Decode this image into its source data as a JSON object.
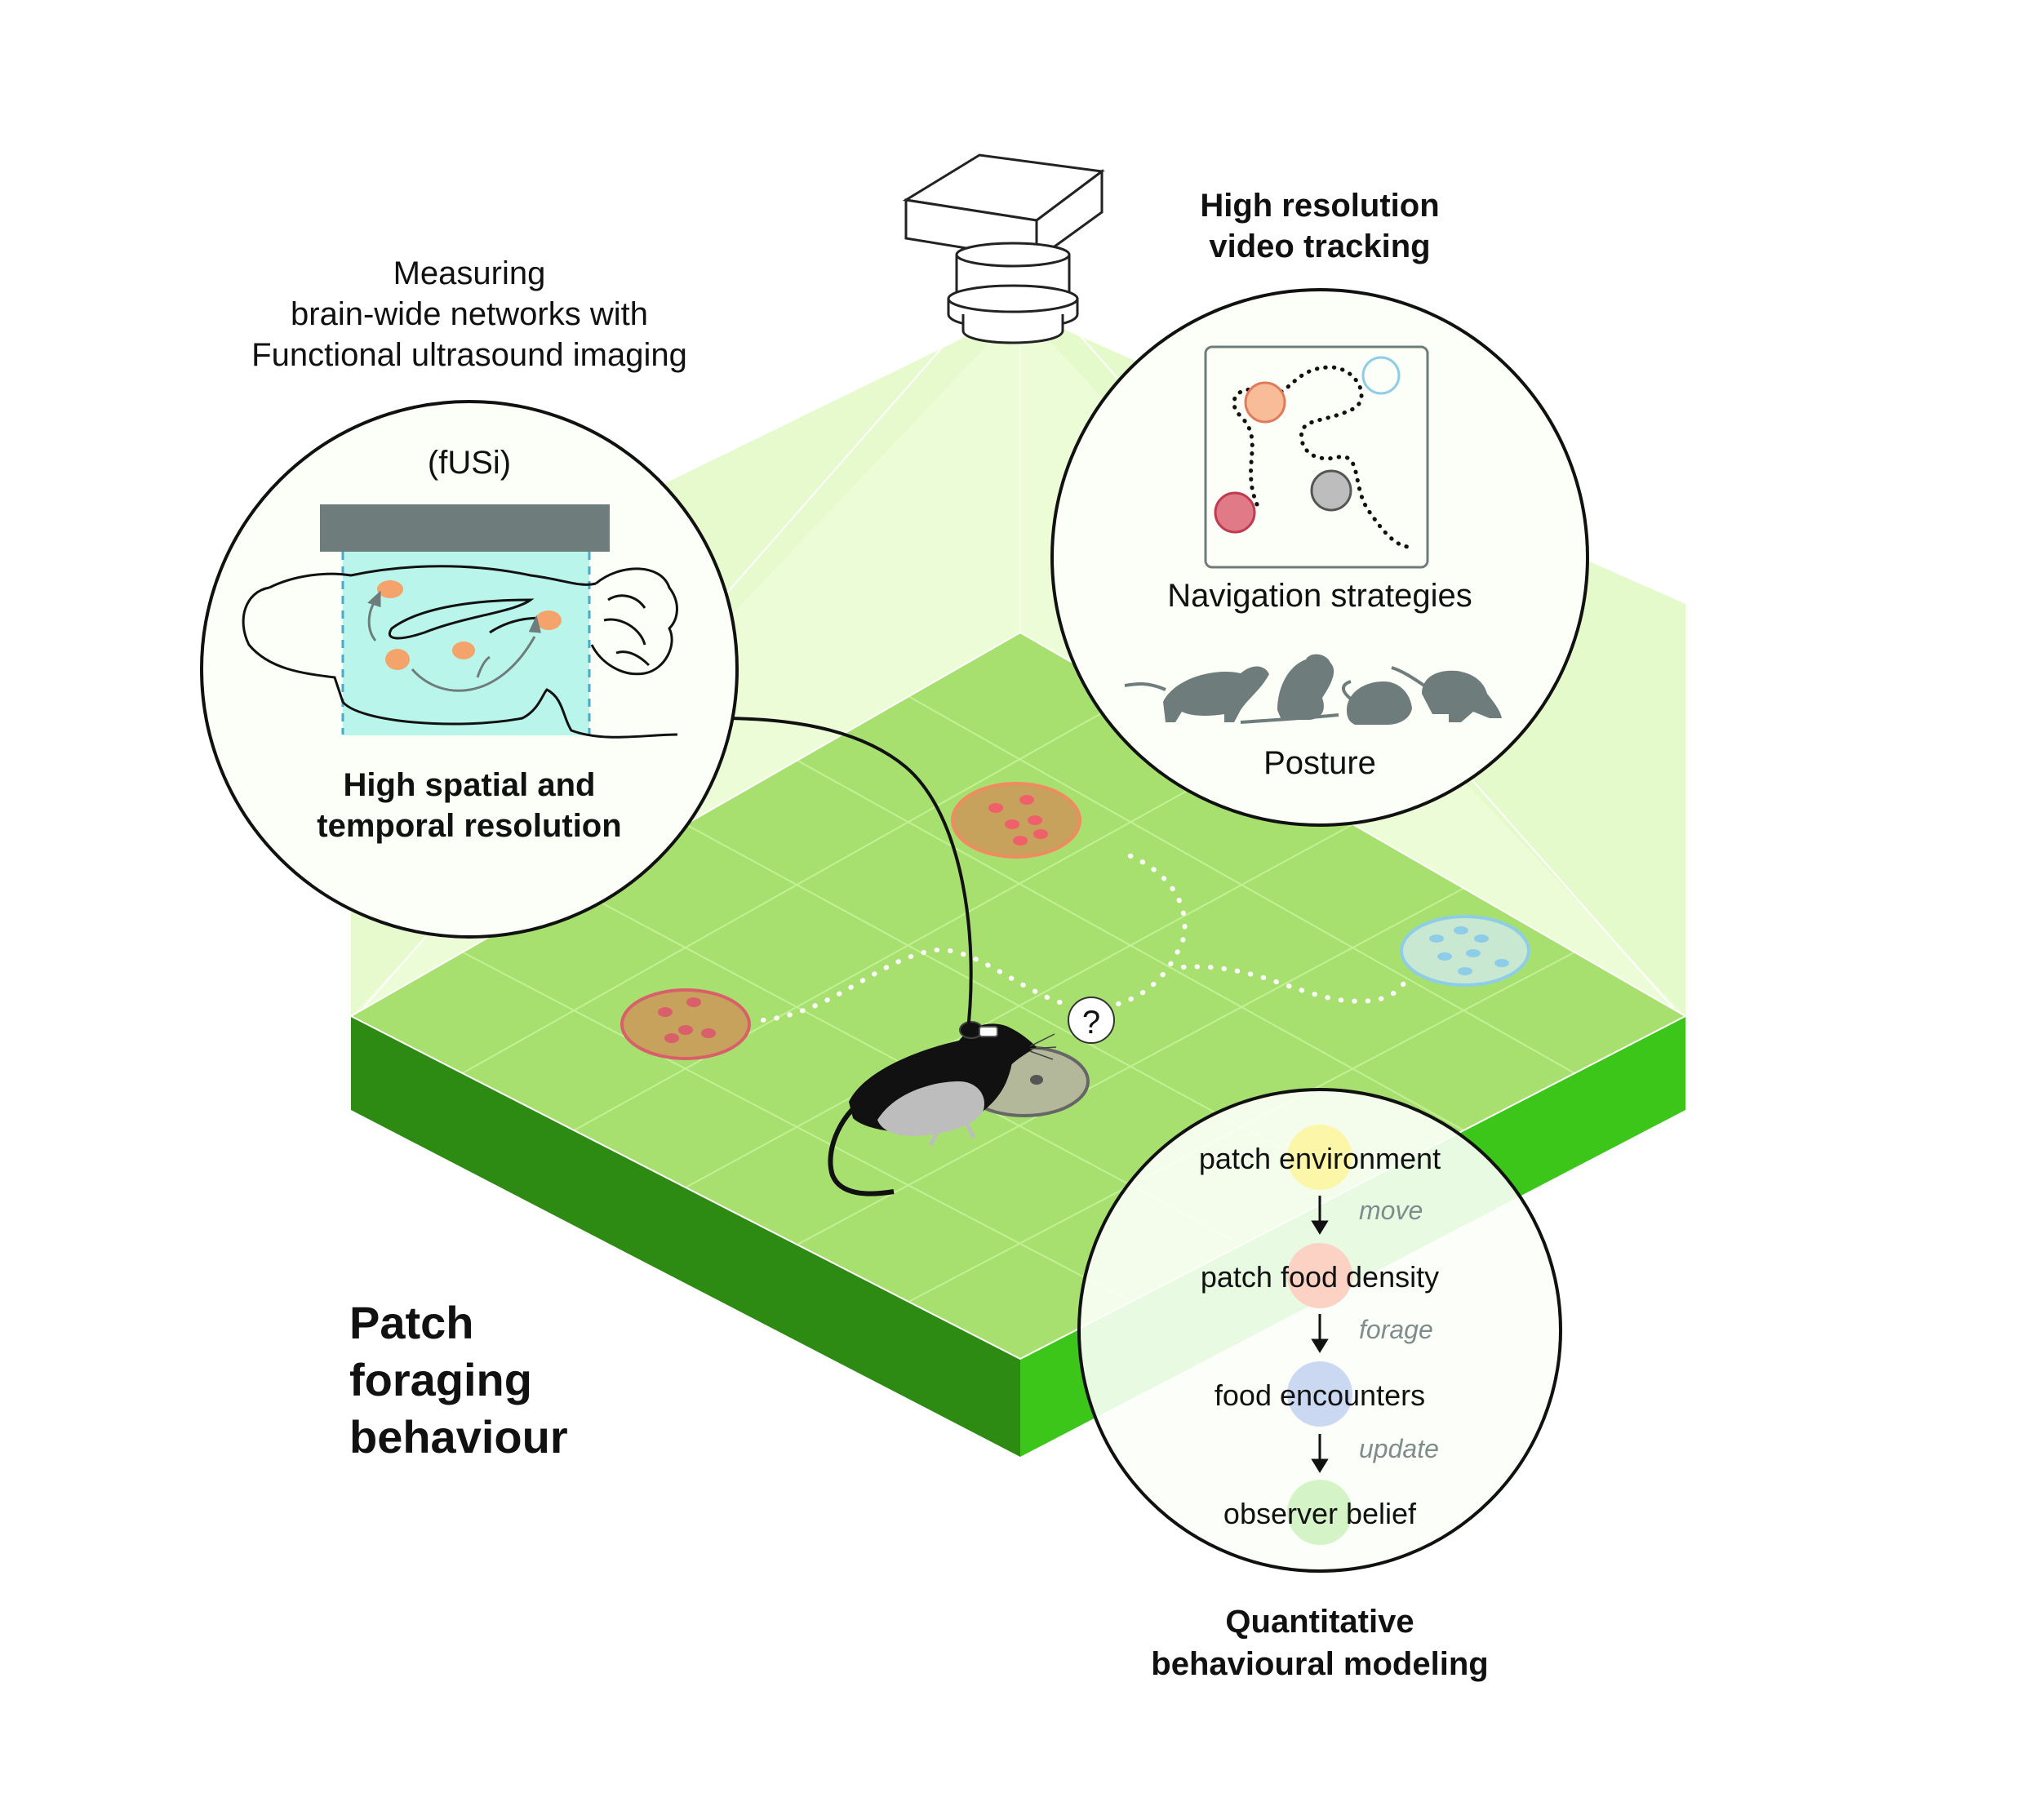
{
  "fusi": {
    "measuring_line1": "Measuring",
    "measuring_line2": "brain-wide networks with",
    "measuring_line3": "Functional ultrasound imaging",
    "abbrev": "(fUSi)",
    "resolution_line1": "High spatial and",
    "resolution_line2": "temporal resolution"
  },
  "tracking": {
    "title_line1": "High resolution",
    "title_line2": "video tracking",
    "navigation_label": "Navigation strategies",
    "posture_label": "Posture"
  },
  "arena": {
    "question_mark": "?",
    "title_line1": "Patch",
    "title_line2": "foraging",
    "title_line3": "behaviour"
  },
  "modeling": {
    "steps": [
      "patch environment",
      "patch food density",
      "food encounters",
      "observer belief"
    ],
    "transitions": [
      "move",
      "forage",
      "update"
    ],
    "title_line1": "Quantitative",
    "title_line2": "behavioural modeling"
  },
  "colors": {
    "arena_top": "#a8e070",
    "arena_side_left": "#2d8a12",
    "arena_side_right": "#3cc61a",
    "light_cone": "#eafcd2",
    "patch_red": "#d9606a",
    "patch_orange": "#f08a60",
    "patch_blue": "#8ecde8",
    "brain_spot": "#f4a46a",
    "imaging_window": "#a4f2e8",
    "node_yellow": "#fcf7a8",
    "node_pink": "#fcd2c4",
    "node_blue": "#cad8f2",
    "node_green": "#d4f4c8",
    "rodent_gray": "#6f7c7c"
  }
}
